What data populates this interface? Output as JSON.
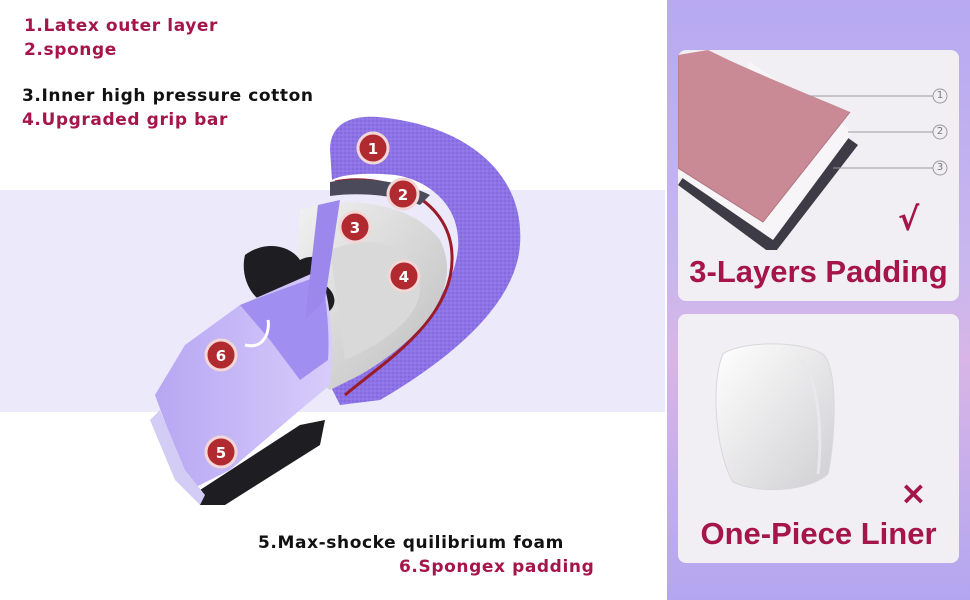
{
  "labels": {
    "l1": "1.Latex outer layer",
    "l2": "2.sponge",
    "l3": "3.Inner high pressure cotton",
    "l4": "4.Upgraded grip bar",
    "l5": "5.Max-shocke quilibrium foam",
    "l6": "6.Spongex padding"
  },
  "badges": [
    "1",
    "2",
    "3",
    "4",
    "5",
    "6"
  ],
  "card_top": {
    "caption": "3-Layers Padding",
    "mark": "√",
    "layer_numbers": [
      "1",
      "2",
      "3"
    ]
  },
  "card_bottom": {
    "caption": "One-Piece Liner",
    "mark": "×"
  },
  "colors": {
    "accent": "#a5154a",
    "purple_foam": "#8e74e6",
    "badge_red": "#b02a30",
    "right_panel": "#b7a9f2"
  },
  "icons": {
    "check": "check-icon",
    "cross": "cross-icon"
  }
}
